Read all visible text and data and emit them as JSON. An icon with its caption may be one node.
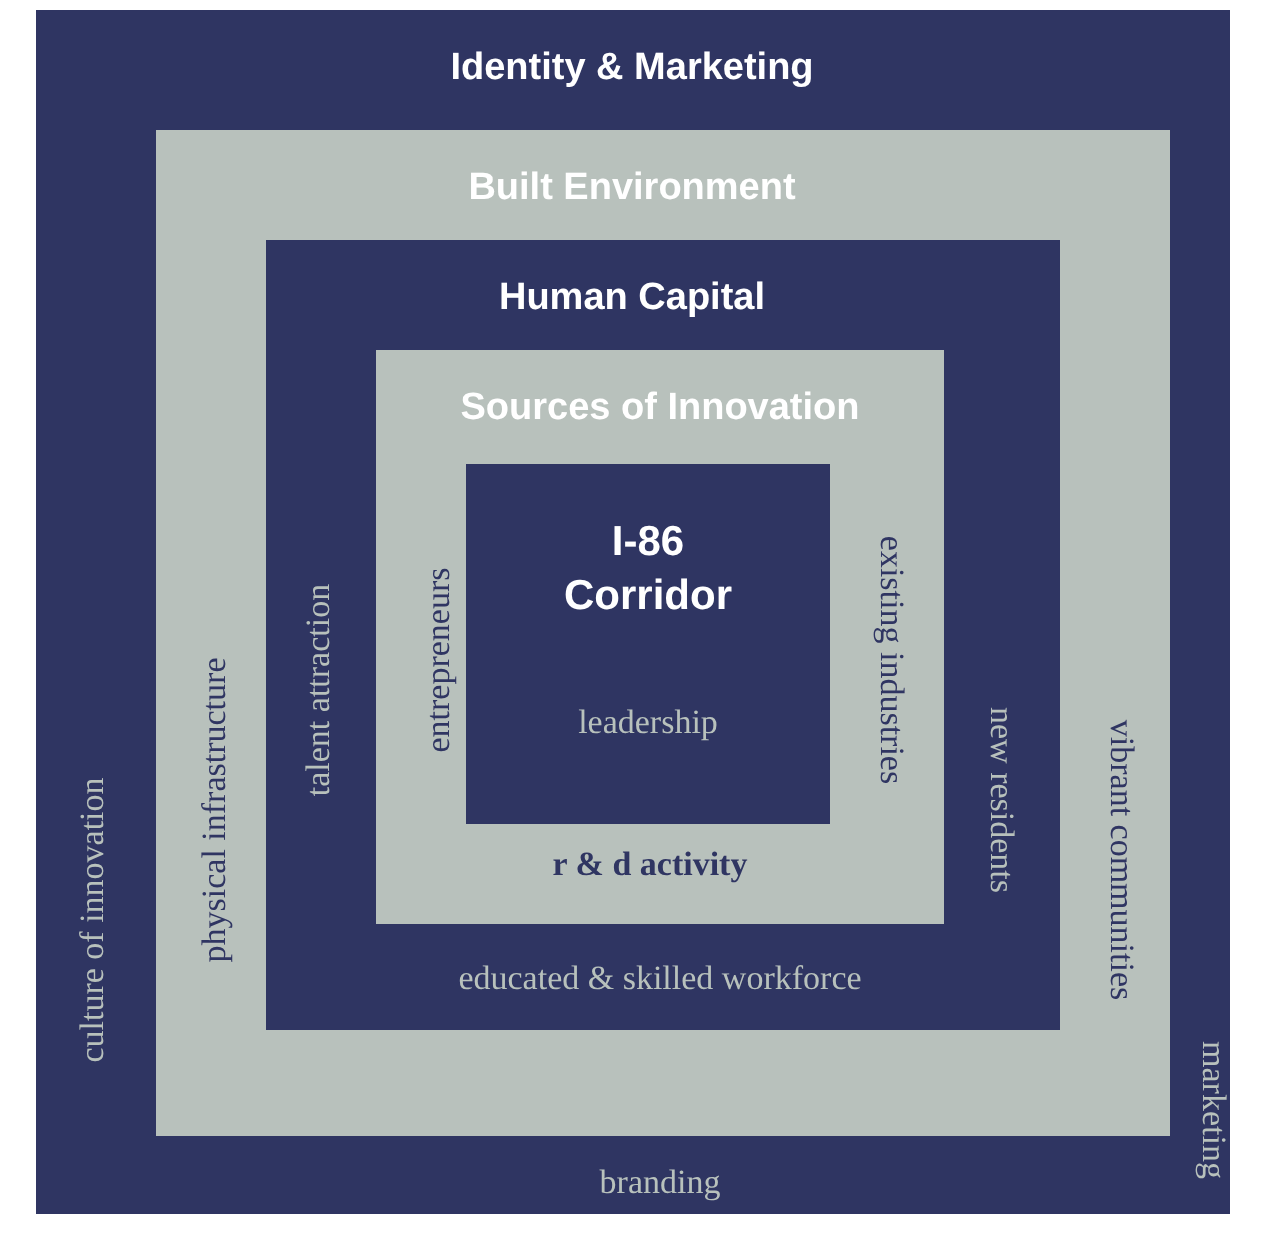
{
  "diagram": {
    "nodes": [
      {
        "text": [
          "Identity & Marketing",
          "culture of innovation",
          "marketing",
          "branding"
        ]
      },
      {
        "text": [
          "Built Environment",
          "physical infrastructure",
          "vibrant communities"
        ],
        "in": 0
      },
      {
        "text": [
          "Human Capital",
          "talent attraction",
          "new residents",
          "educated & skilled workforce"
        ],
        "in": 1
      },
      {
        "text": [
          "Sources of Innovation",
          "entrepreneurs",
          "existing industries",
          "r & d activity"
        ],
        "in": 2
      },
      {
        "text": [
          "I-86 Corridor",
          "leadership"
        ],
        "in": 3
      }
    ]
  }
}
